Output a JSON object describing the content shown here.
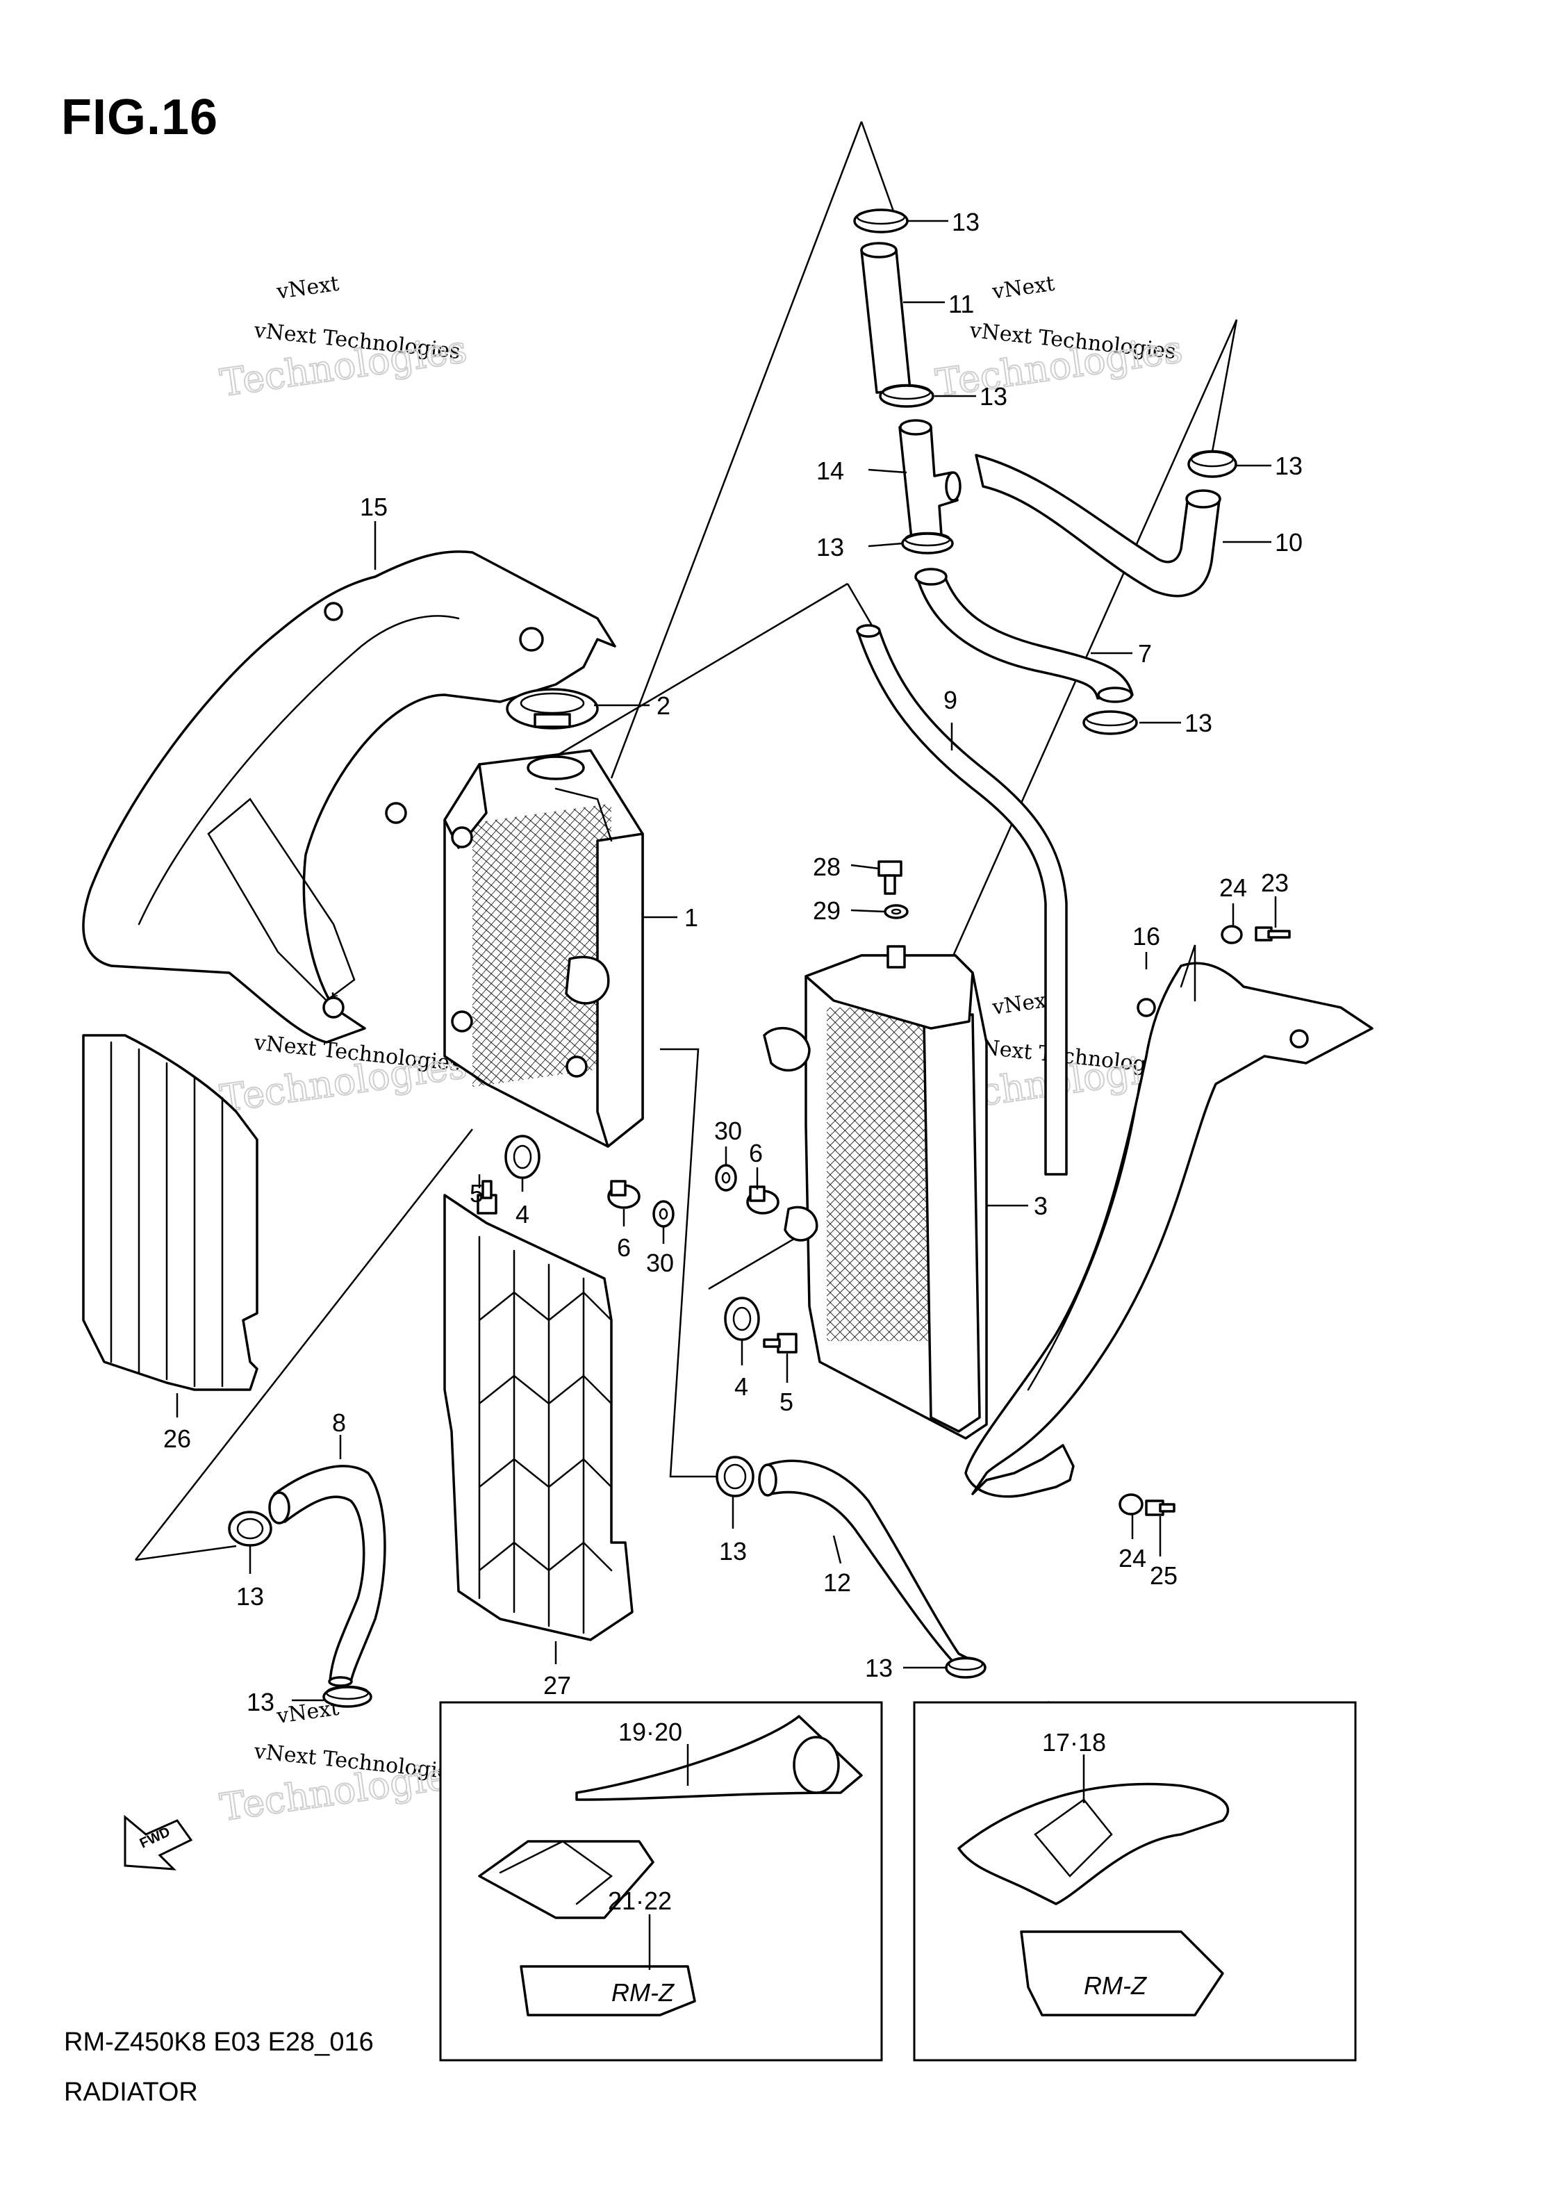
{
  "figure": {
    "title": "FIG.16",
    "model_code": "RM-Z450K8 E03 E28_016",
    "name": "RADIATOR"
  },
  "watermark": {
    "line1": "vNext",
    "line2": "vNext Technologies",
    "line3": "Technologies"
  },
  "forward_arrow": "FWD",
  "decals": {
    "left_label_a": "19·20",
    "left_label_b": "21·22",
    "right_label": "17·18",
    "logo_text": "RM-Z"
  },
  "callouts": {
    "c13a": "13",
    "c11": "11",
    "c13b": "13",
    "c14": "14",
    "c13c": "13",
    "c10": "10",
    "c13d": "13",
    "c7": "7",
    "c13e": "13",
    "c9": "9",
    "c15": "15",
    "c2": "2",
    "c1": "1",
    "c28": "28",
    "c29": "29",
    "c24a": "24",
    "c23": "23",
    "c16": "16",
    "c30a": "30",
    "c6a": "6",
    "c5a": "5",
    "c4a": "4",
    "c6b": "6",
    "c30b": "30",
    "c3": "3",
    "c4b": "4",
    "c5b": "5",
    "c26": "26",
    "c8": "8",
    "c13f": "13",
    "c13g": "13",
    "c12": "12",
    "c24b": "24",
    "c25": "25",
    "c27": "27",
    "c13h": "13",
    "c13i": "13"
  }
}
